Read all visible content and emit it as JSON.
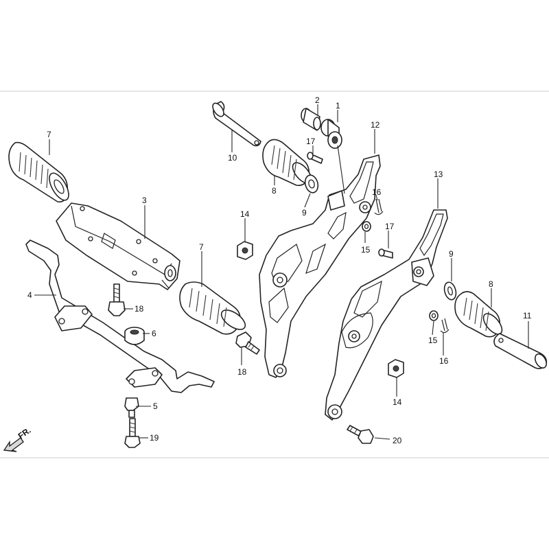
{
  "callouts": {
    "c1": "1",
    "c2": "2",
    "c3": "3",
    "c4": "4",
    "c5": "5",
    "c6": "6",
    "c7a": "7",
    "c7b": "7",
    "c8a": "8",
    "c8b": "8",
    "c9a": "9",
    "c9b": "9",
    "c10": "10",
    "c11": "11",
    "c12": "12",
    "c13": "13",
    "c14a": "14",
    "c14b": "14",
    "c15a": "15",
    "c15b": "15",
    "c16a": "16",
    "c16b": "16",
    "c17a": "17",
    "c17b": "17",
    "c18a": "18",
    "c18b": "18",
    "c19": "19",
    "c20": "20"
  },
  "direction_marker": {
    "label": "FR.",
    "icon": "front-arrow-icon"
  },
  "colors": {
    "line": "#222222",
    "background": "#ffffff",
    "shade": "#d9d9d9"
  }
}
